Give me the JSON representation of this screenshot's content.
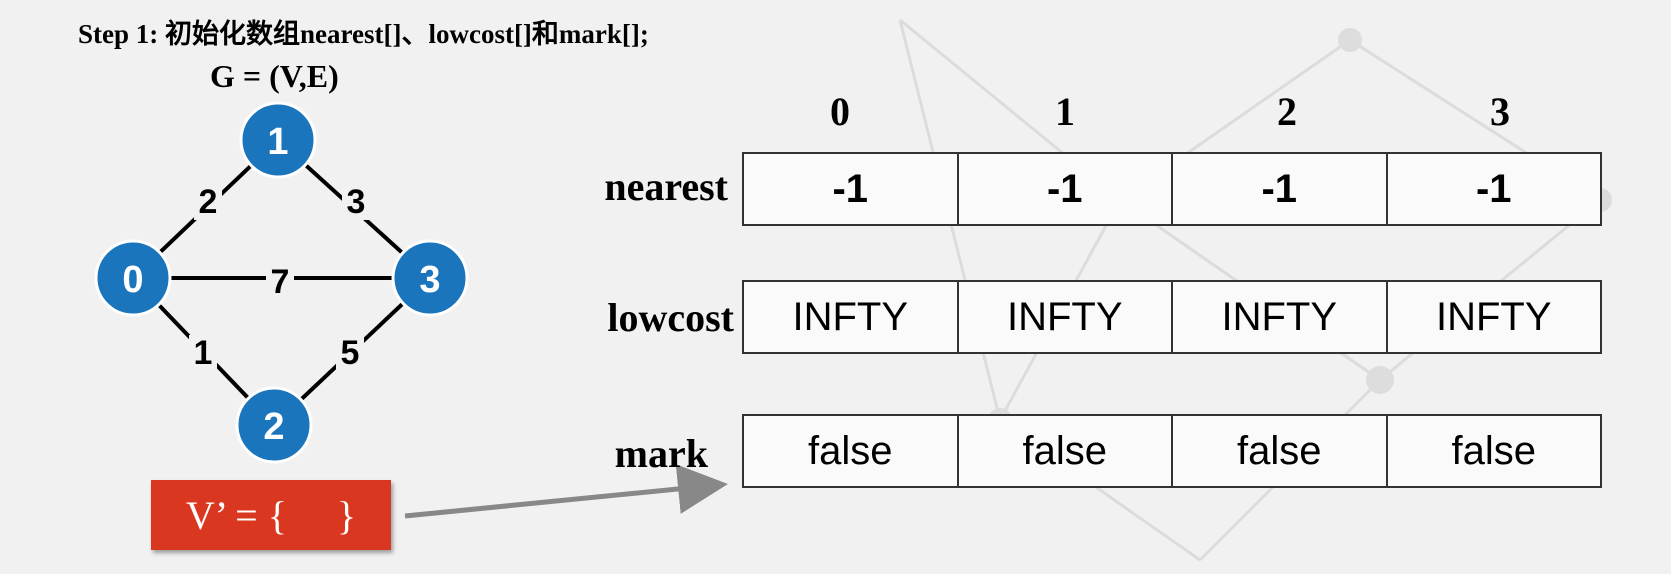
{
  "title": "Step 1: 初始化数组nearest[]、lowcost[]和mark[];",
  "graph_label": "G = (V,E)",
  "graph": {
    "nodes": [
      {
        "id": "1",
        "label": "1"
      },
      {
        "id": "0",
        "label": "0"
      },
      {
        "id": "3",
        "label": "3"
      },
      {
        "id": "2",
        "label": "2"
      }
    ],
    "edges": [
      {
        "from": "0",
        "to": "1",
        "weight": "2"
      },
      {
        "from": "1",
        "to": "3",
        "weight": "3"
      },
      {
        "from": "0",
        "to": "3",
        "weight": "7"
      },
      {
        "from": "0",
        "to": "2",
        "weight": "1"
      },
      {
        "from": "2",
        "to": "3",
        "weight": "5"
      }
    ],
    "node_color": "#1b75bc"
  },
  "table": {
    "columns": [
      "0",
      "1",
      "2",
      "3"
    ],
    "rows": [
      {
        "label": "nearest",
        "values": [
          "-1",
          "-1",
          "-1",
          "-1"
        ]
      },
      {
        "label": "lowcost",
        "values": [
          "INFTY",
          "INFTY",
          "INFTY",
          "INFTY"
        ]
      },
      {
        "label": "mark",
        "values": [
          "false",
          "false",
          "false",
          "false"
        ]
      }
    ]
  },
  "vset": {
    "text": "V’ = {     }",
    "color": "#d9371f"
  }
}
